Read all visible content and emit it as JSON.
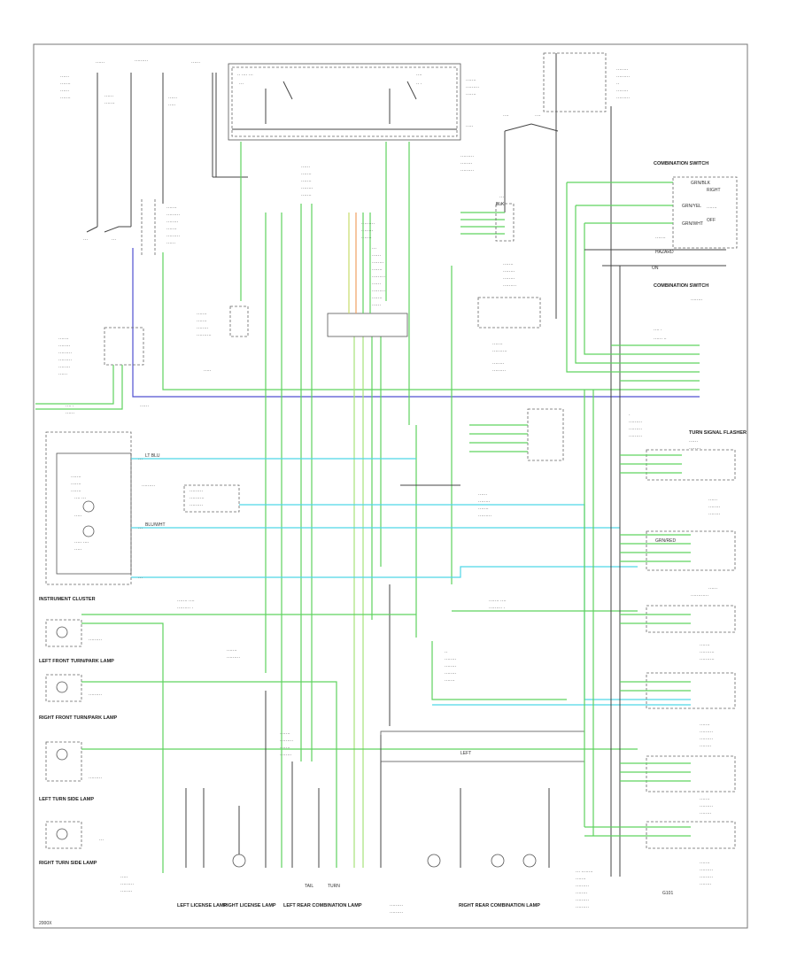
{
  "colors": {
    "green": "#5fd35f",
    "light_green": "#a6e27a",
    "yellow_green": "#c8dc6a",
    "cyan": "#4fd6e6",
    "blue": "#5050d0",
    "black": "#444444",
    "frame": "#777777"
  },
  "labels": {
    "instrument_cluster": "INSTRUMENT CLUSTER",
    "combination_switch_top": "COMBINATION SWITCH",
    "combination_switch_bottom": "COMBINATION SWITCH",
    "left_front_turn_lamp": "LEFT FRONT TURN/PARK LAMP",
    "right_front_turn_lamp": "RIGHT FRONT TURN/PARK LAMP",
    "left_turn_side_lamp": "LEFT TURN SIDE LAMP",
    "right_turn_side_lamp": "RIGHT TURN SIDE LAMP",
    "left_rear_combo": "LEFT REAR COMBINATION LAMP",
    "right_rear_combo": "RIGHT REAR COMBINATION LAMP",
    "left_license": "LEFT LICENSE LAMP",
    "right_license": "RIGHT LICENSE LAMP",
    "turn_signal_flasher": "TURN SIGNAL FLASHER",
    "hazard": "HAZARD",
    "tail": "TAIL",
    "turn": "TURN",
    "left": "LEFT",
    "right": "RIGHT",
    "off": "OFF",
    "on": "ON",
    "ground": "G101",
    "footer_code": "2000X"
  },
  "wire_codes": {
    "gn_bk": "GRN/BLK",
    "gn_yl": "GRN/YEL",
    "gn_wt": "GRN/WHT",
    "lt_bl": "LT BLU",
    "bl_wt": "BLU/WHT",
    "bk": "BLK",
    "gn_rd": "GRN/RED"
  }
}
